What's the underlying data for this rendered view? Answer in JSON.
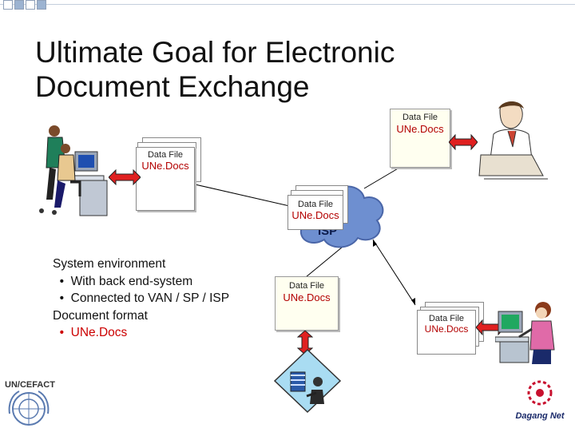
{
  "slide": {
    "title_line1": "Ultimate Goal for Electronic",
    "title_line2": "Document Exchange"
  },
  "docs": {
    "top_right": {
      "line1": "Data File",
      "line2": "UNe.Docs"
    },
    "left": {
      "line1": "Data File",
      "line2": "UNe.Docs"
    },
    "center": {
      "line1": "Data File",
      "line2": "UNe.Docs"
    },
    "lower_mid": {
      "line1": "Data File",
      "line2": "UNe.Docs"
    },
    "lower_right": {
      "line1": "Data File",
      "line2": "UNe.Docs"
    }
  },
  "cloud": {
    "label": "ISP"
  },
  "environment": {
    "heading": "System environment",
    "bullet1": "With back end-system",
    "bullet2": "Connected to VAN / SP / ISP",
    "format_heading": "Document format",
    "format_bullet": "UNe.Docs"
  },
  "logos": {
    "un": "UN/CEFACT",
    "dagang": "Dagang Net"
  },
  "colors": {
    "accent_red": "#cc0000",
    "arrow_fill": "#e02020",
    "doc_bg": "#fffff0",
    "cloud": "#6e8fd0"
  }
}
